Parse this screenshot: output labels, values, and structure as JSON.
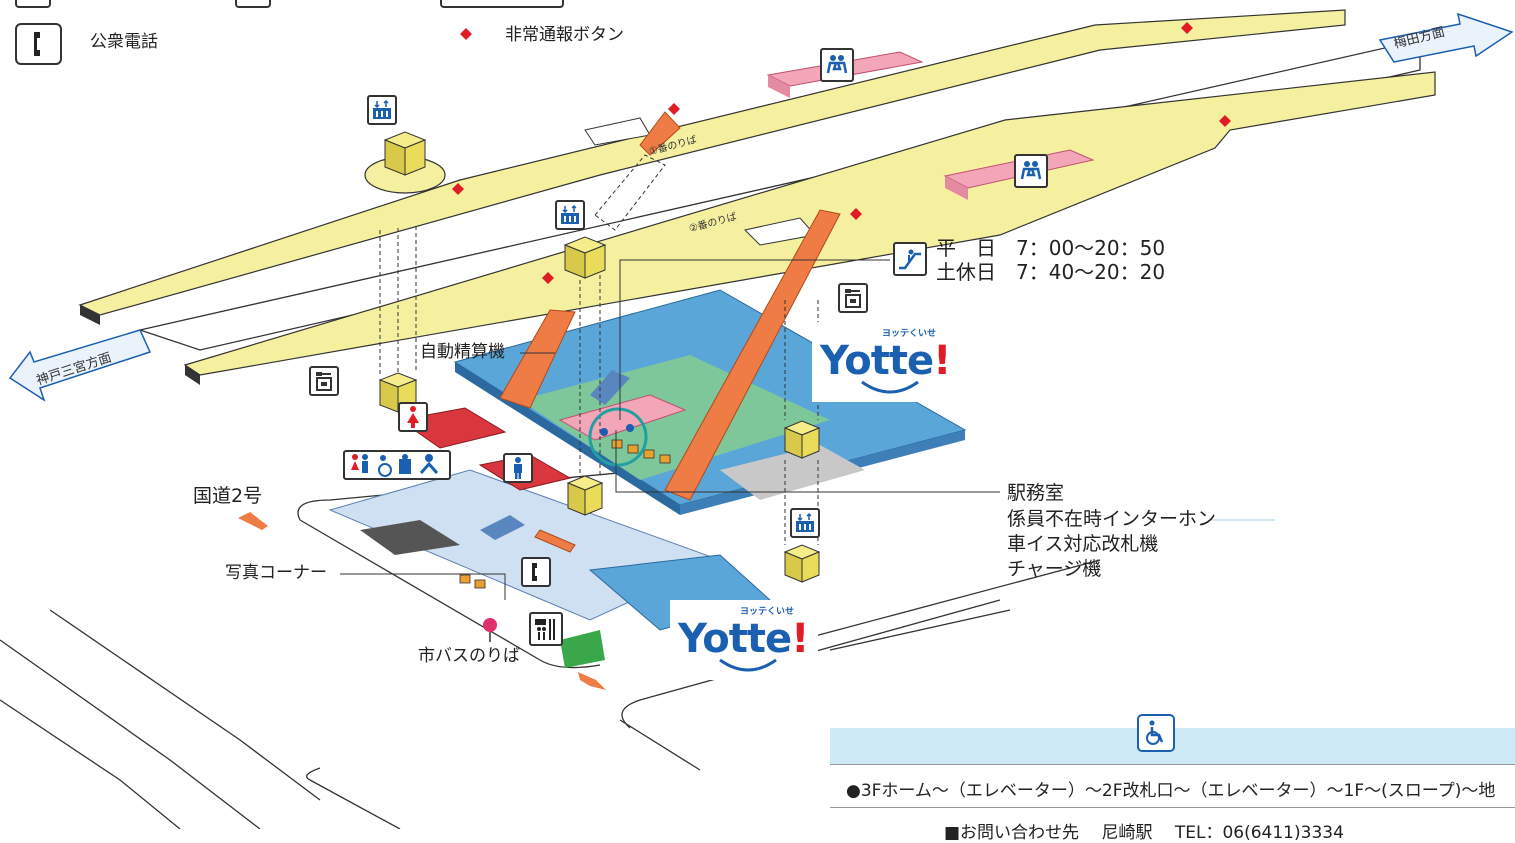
{
  "legend": {
    "public_phone": "公衆電話",
    "emergency_button": "非常通報ボタン"
  },
  "directions": {
    "umeda": "梅田方面",
    "sannomiya": "神戸三宮方面",
    "route2": "国道2号"
  },
  "platforms": {
    "p1": "①番のりば",
    "p2": "②番のりば"
  },
  "escalator_hours": [
    {
      "days": "平　日",
      "time": "7：00〜20：50"
    },
    {
      "days": "土休日",
      "time": "7：40〜20：20"
    }
  ],
  "labels": {
    "fare_machine": "自動精算機",
    "photo_corner": "写真コーナー",
    "bus_stop": "市バスのりば",
    "station_office": "駅務室",
    "intercom": "係員不在時インターホン",
    "wheelchair_gate": "車イス対応改札機",
    "charge_machine": "チャージ機"
  },
  "yotte": {
    "kana": "ヨッテくいせ",
    "word": "Yotte",
    "mark": "!"
  },
  "barrier_free": {
    "route": "●3Fホーム〜（エレベーター）〜2F改札口〜（エレベーター）〜1F〜(スロープ)〜地",
    "contact": "■お問い合わせ先　 尼崎駅　 TEL：06(6411)3334"
  },
  "colors": {
    "platform": "#f5f0a0",
    "concourse": "#5aa6d8",
    "stairs": "#ef7b45",
    "elevator": "#e8dc5a",
    "pink": "#f2a6b8",
    "red": "#d9363e",
    "green": "#7dc79a",
    "accent_blue": "#1a5fb0",
    "diamond": "#e01c26"
  }
}
